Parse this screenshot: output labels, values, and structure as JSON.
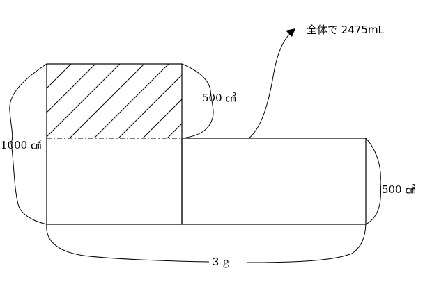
{
  "diagram": {
    "total_label": "全体で 2475mL",
    "upper_label": "500 ㎤",
    "left_label": "1000 ㎤",
    "right_label": "500 ㎤",
    "bottom_label": "３ｇ"
  }
}
